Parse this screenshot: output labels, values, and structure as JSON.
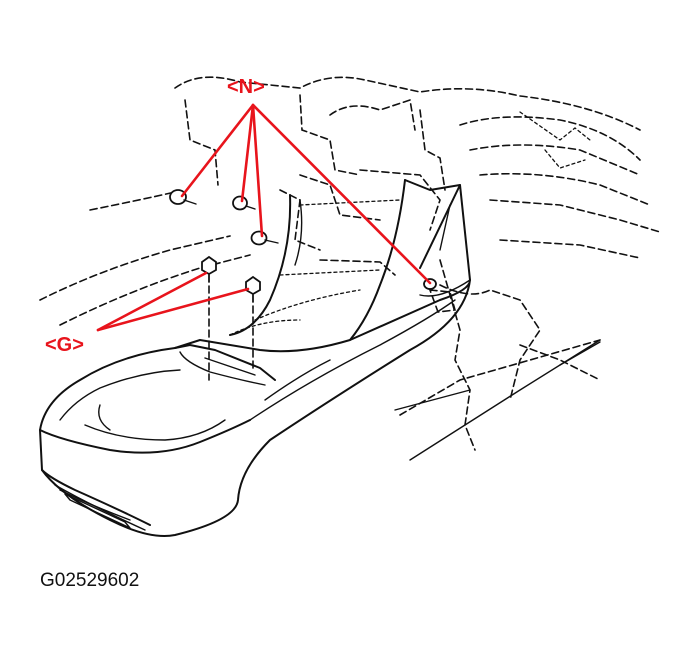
{
  "callouts": {
    "nut_label": "<N>",
    "bolt_label": "<G>"
  },
  "figure_id": "G02529602",
  "colors": {
    "callout": "#e8141c",
    "ink": "#111111",
    "background": "#ffffff"
  }
}
